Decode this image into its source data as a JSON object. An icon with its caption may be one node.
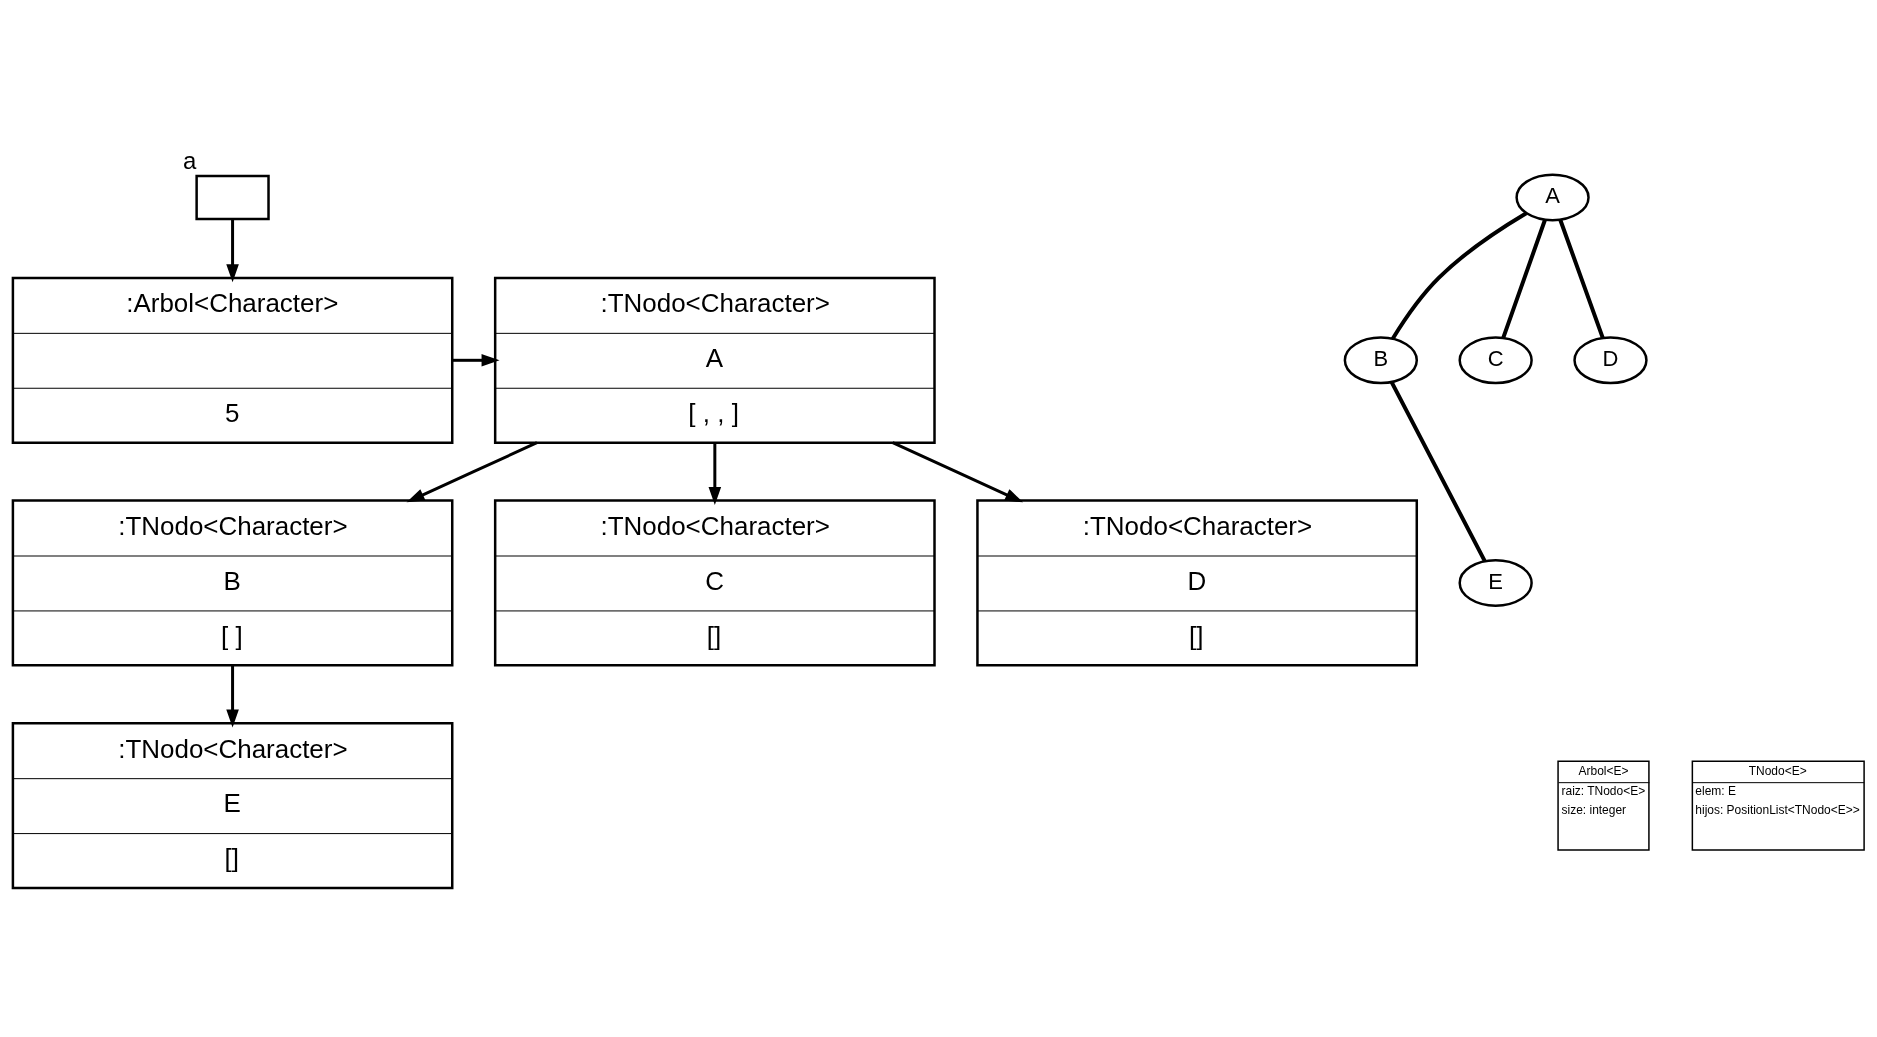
{
  "diagram": {
    "nodes": [
      {
        "text": [],
        "shape": "box",
        "beside": [
          "a"
        ]
      },
      {
        "text": [
          ":Arbol<Character>",
          "5"
        ]
      },
      {
        "text": [
          ":TNodo<Character>",
          "A",
          "[ , , ]"
        ]
      },
      {
        "text": [
          ":TNodo<Character>",
          "B",
          "[ ]"
        ]
      },
      {
        "text": [
          ":TNodo<Character>",
          "C",
          "[]"
        ]
      },
      {
        "text": [
          ":TNodo<Character>",
          "E",
          "[]"
        ]
      },
      {
        "text": [
          ":TNodo<Character>",
          "D",
          "[]"
        ]
      },
      {
        "text": [
          "A"
        ]
      },
      {
        "text": [
          "B"
        ]
      },
      {
        "text": [
          "C"
        ]
      },
      {
        "text": [
          "D"
        ]
      },
      {
        "text": [
          "E"
        ]
      },
      {
        "text": [
          "Arbol<E>",
          "raiz: TNodo<E>",
          "size: integer"
        ]
      },
      {
        "text": [
          "TNodo<E>",
          "elem: E",
          "hijos: PositionList<TNodo<E>>"
        ]
      }
    ],
    "edges": [
      {
        "from": 0,
        "to": 1,
        "arrow": "to"
      },
      {
        "from": 1,
        "to": 2,
        "arrow": "to"
      },
      {
        "from": 2,
        "to": 3,
        "arrow": "to"
      },
      {
        "from": 2,
        "to": 4,
        "arrow": "to"
      },
      {
        "from": 2,
        "to": 6,
        "arrow": "to"
      },
      {
        "from": 3,
        "to": 5,
        "arrow": "to"
      },
      {
        "from": 7,
        "to": 8,
        "arrow": "none"
      },
      {
        "from": 7,
        "to": 9,
        "arrow": "none"
      },
      {
        "from": 7,
        "to": 10,
        "arrow": "none"
      },
      {
        "from": 8,
        "to": 11,
        "arrow": "none"
      }
    ]
  }
}
